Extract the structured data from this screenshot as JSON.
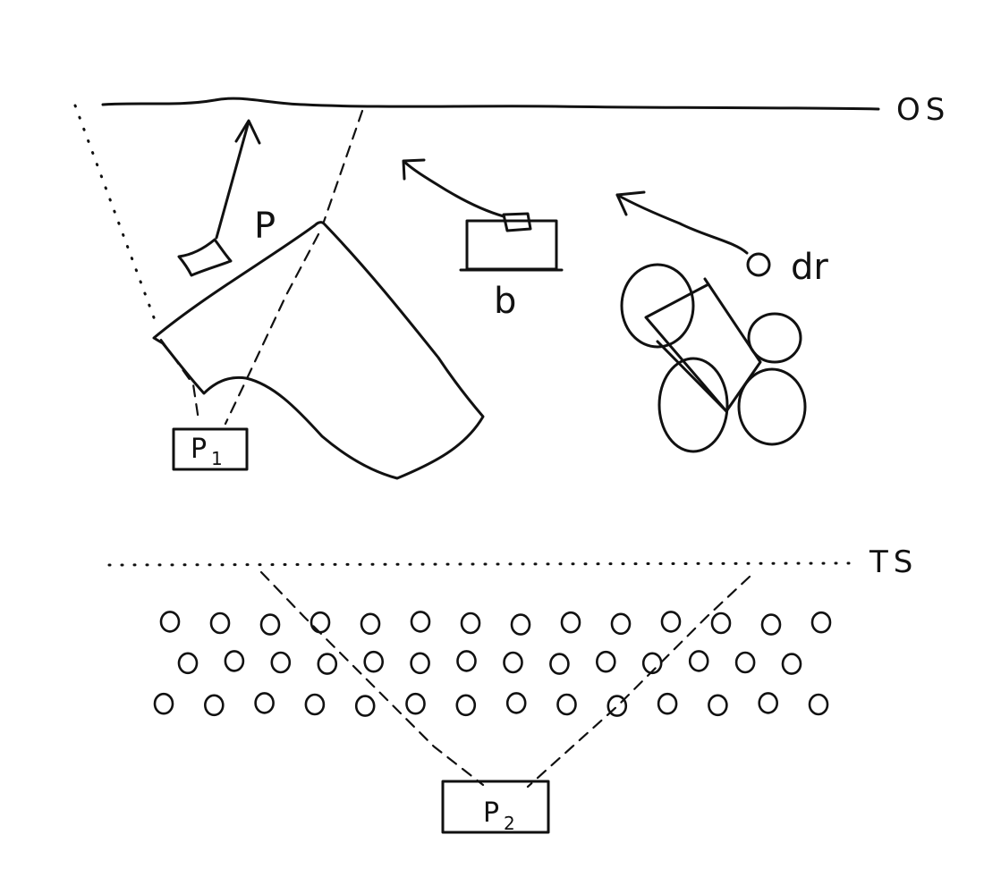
{
  "labels": {
    "object_surface": "OS",
    "target_surface": "TS",
    "projector_1": "P",
    "projector_1_sub": "1",
    "projector_2": "P",
    "projector_2_sub": "2",
    "patch": "P",
    "board": "b",
    "drone": "dr"
  },
  "target_particles": {
    "rows": 3,
    "per_row": 14
  }
}
